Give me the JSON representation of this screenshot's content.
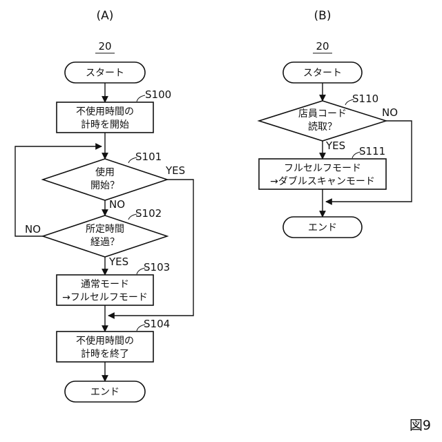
{
  "figure_label": "図9",
  "panel_a": {
    "header": "(A)",
    "ref": "20",
    "start": "スタート",
    "s100": {
      "step": "S100",
      "line1": "不使用時間の",
      "line2": "計時を開始"
    },
    "s101": {
      "step": "S101",
      "line1": "使用",
      "line2": "開始？",
      "yes": "YES",
      "no": "NO"
    },
    "s102": {
      "step": "S102",
      "line1": "所定時間",
      "line2": "経過？",
      "yes": "YES",
      "no": "NO"
    },
    "s103": {
      "step": "S103",
      "line1": "通常モード",
      "line2": "→フルセルフモード"
    },
    "s104": {
      "step": "S104",
      "line1": "不使用時間の",
      "line2": "計時を終了"
    },
    "end": "エンド"
  },
  "panel_b": {
    "header": "(B)",
    "ref": "20",
    "start": "スタート",
    "s110": {
      "step": "S110",
      "line1": "店員コード",
      "line2": "読取？",
      "yes": "YES",
      "no": "NO"
    },
    "s111": {
      "step": "S111",
      "line1": "フルセルフモード",
      "line2": "→ダブルスキャンモード"
    },
    "end": "エンド"
  }
}
